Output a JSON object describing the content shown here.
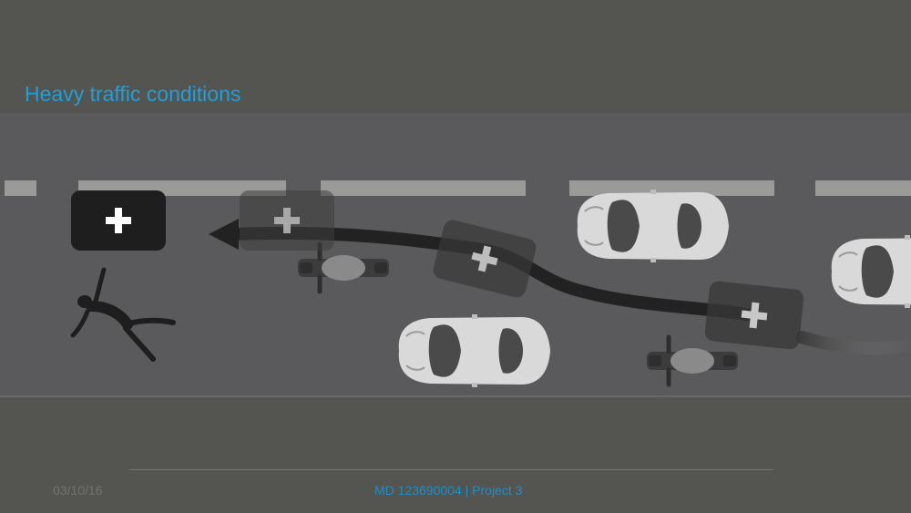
{
  "slide": {
    "title": "Heavy traffic conditions",
    "date": "03/10/16",
    "footer": "MD 123690004 | Project 3"
  },
  "colors": {
    "background": "#545450",
    "road": "#5a5a5c",
    "lane_marking": "#9a9a98",
    "title": "#1fa0dc",
    "footer_rule": "#1f8fc7",
    "car_body": "#d8d8d8",
    "ambulance_path": "#222222"
  },
  "icons": [
    "medical-cross-icon",
    "car-icon",
    "motorcycle-icon",
    "injured-person-icon",
    "direction-arrow-icon"
  ]
}
